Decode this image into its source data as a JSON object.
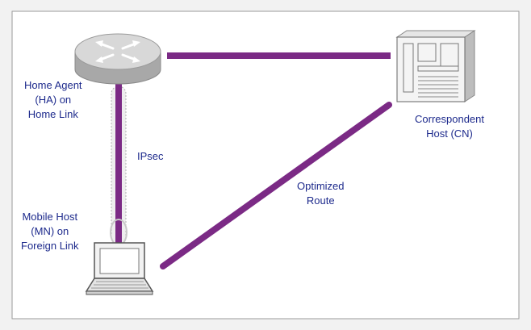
{
  "labels": {
    "home_agent": [
      "Home Agent",
      "(HA) on",
      "Home Link"
    ],
    "correspondent": [
      "Correspondent",
      "Host (CN)"
    ],
    "ipsec": "IPsec",
    "optimized": [
      "Optimized",
      "Route"
    ],
    "mobile_host": [
      "Mobile Host",
      "(MN) on",
      "Foreign Link"
    ]
  },
  "colors": {
    "link": "#7b2a85",
    "label": "#1d2a8c",
    "tunnel": "#aaaaaa"
  },
  "icons": {
    "router": "router-icon",
    "server": "server-icon",
    "laptop": "laptop-icon"
  }
}
